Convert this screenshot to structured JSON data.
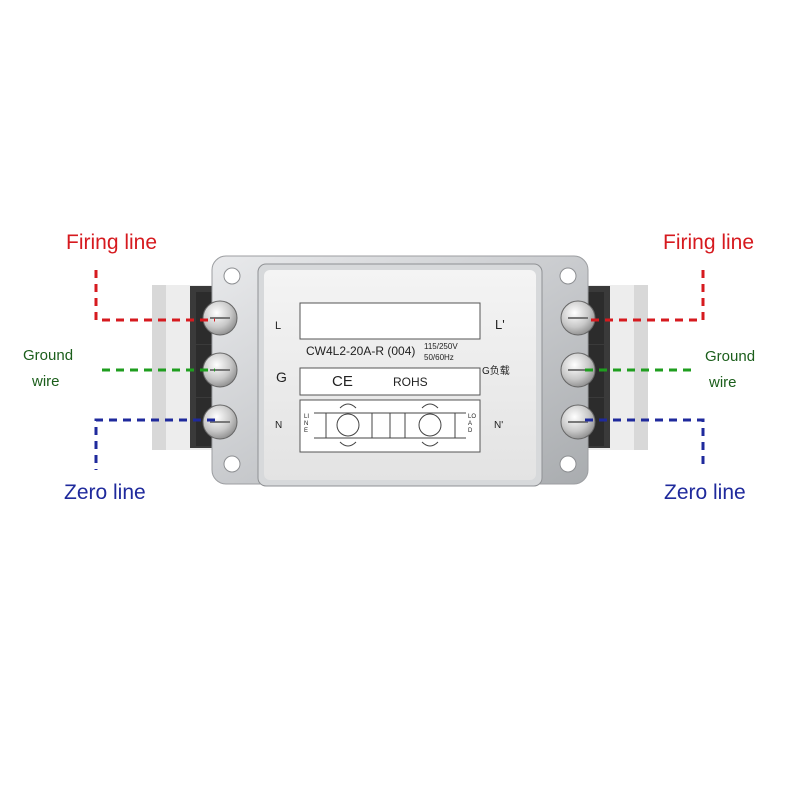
{
  "left_labels": {
    "firing": "Firing line",
    "ground_1": "Ground",
    "ground_2": "wire",
    "zero": "Zero line"
  },
  "right_labels": {
    "firing": "Firing line",
    "ground_1": "Ground",
    "ground_2": "wire",
    "zero": "Zero line"
  },
  "device": {
    "model": "CW4L2-20A-R (004)",
    "rating_voltage": "115/250V",
    "rating_freq": "50/60Hz",
    "mark_ce": "CE",
    "mark_rohs": "ROHS",
    "terminal_l_left": "L",
    "terminal_g_left": "G",
    "terminal_n_left": "N",
    "terminal_l_right": "L'",
    "terminal_g_right": "G负载",
    "terminal_n_right": "N'",
    "side_line": "LINE",
    "side_load": "LOAD"
  },
  "colors": {
    "firing": "#d61a1f",
    "ground": "#1f9e1f",
    "zero": "#1f2a9c"
  }
}
